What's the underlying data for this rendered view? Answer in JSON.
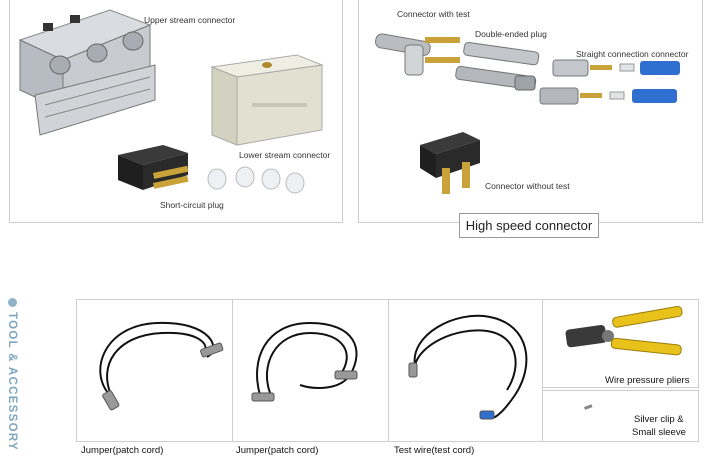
{
  "connectors": {
    "upper_stream": "Upper stream connector",
    "lower_stream": "Lower stream connector",
    "short_circuit": "Short-circuit plug",
    "with_test": "Connector with test",
    "double_ended": "Double-ended plug",
    "straight": "Straight connection connector",
    "without_test": "Connector without test",
    "section_badge": "High speed connector"
  },
  "tools": {
    "section_title": "TOOL & ACCESSORY",
    "items": [
      {
        "caption": "Jumper(patch cord)"
      },
      {
        "caption": "Jumper(patch cord)"
      },
      {
        "caption": "Test wire(test cord)"
      },
      {
        "caption": "Wire pressure pliers"
      },
      {
        "caption": "Silver clip &"
      },
      {
        "caption": "Small sleeve"
      }
    ]
  },
  "colors": {
    "border": "#cfcfcf",
    "side_title": "#7ea6bd",
    "pliers_yellow": "#e8c21a",
    "sleeve_blue": "#2f6fd0"
  }
}
